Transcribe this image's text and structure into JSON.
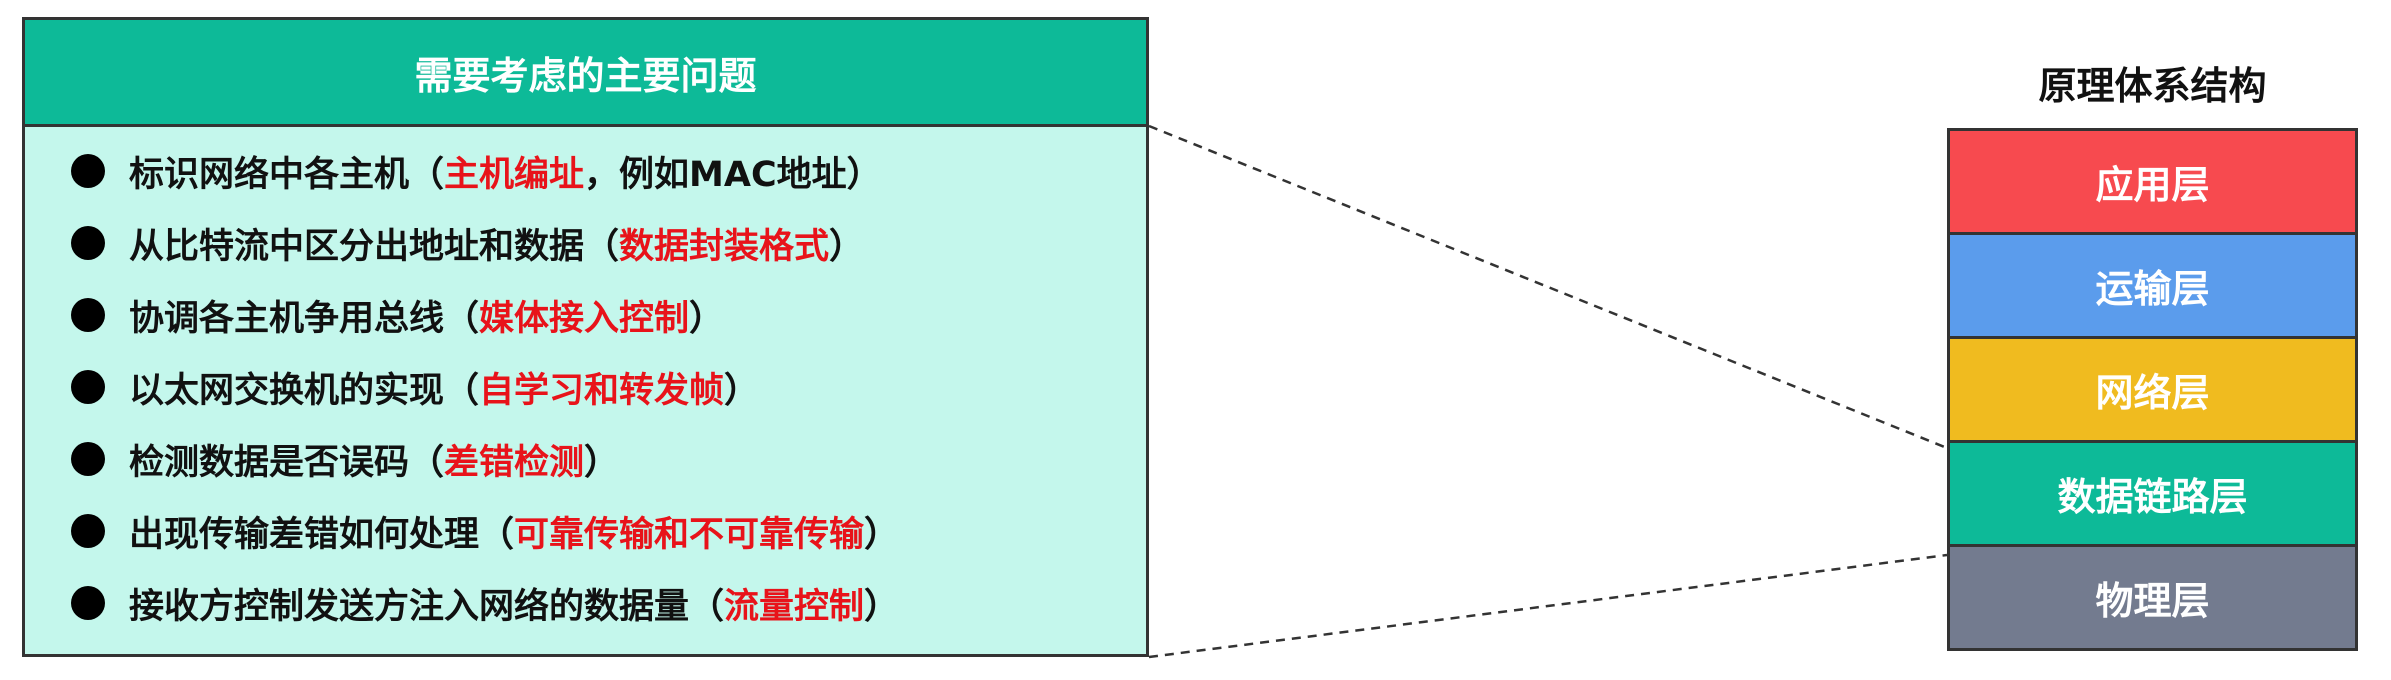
{
  "issues_panel": {
    "header": "需要考虑的主要问题",
    "items": [
      {
        "text": "标识网络中各主机（",
        "highlight": "主机编址",
        "suffix": "，例如MAC地址）"
      },
      {
        "text": "从比特流中区分出地址和数据（",
        "highlight": "数据封装格式",
        "suffix": "）"
      },
      {
        "text": "协调各主机争用总线（",
        "highlight": "媒体接入控制",
        "suffix": "）"
      },
      {
        "text": "以太网交换机的实现（",
        "highlight": "自学习和转发帧",
        "suffix": "）"
      },
      {
        "text": "检测数据是否误码（",
        "highlight": "差错检测",
        "suffix": "）"
      },
      {
        "text": "出现传输差错如何处理（",
        "highlight": "可靠传输和不可靠传输",
        "suffix": "）"
      },
      {
        "text": "接收方控制发送方注入网络的数据量（",
        "highlight": "流量控制",
        "suffix": "）"
      }
    ]
  },
  "layer_stack": {
    "title": "原理体系结构",
    "layers": [
      {
        "label": "应用层",
        "color": "#f74a4f"
      },
      {
        "label": "运输层",
        "color": "#5b9cec"
      },
      {
        "label": "网络层",
        "color": "#f0bb1f"
      },
      {
        "label": "数据链路层",
        "color": "#0dba98"
      },
      {
        "label": "物理层",
        "color": "#737b8f"
      }
    ]
  }
}
